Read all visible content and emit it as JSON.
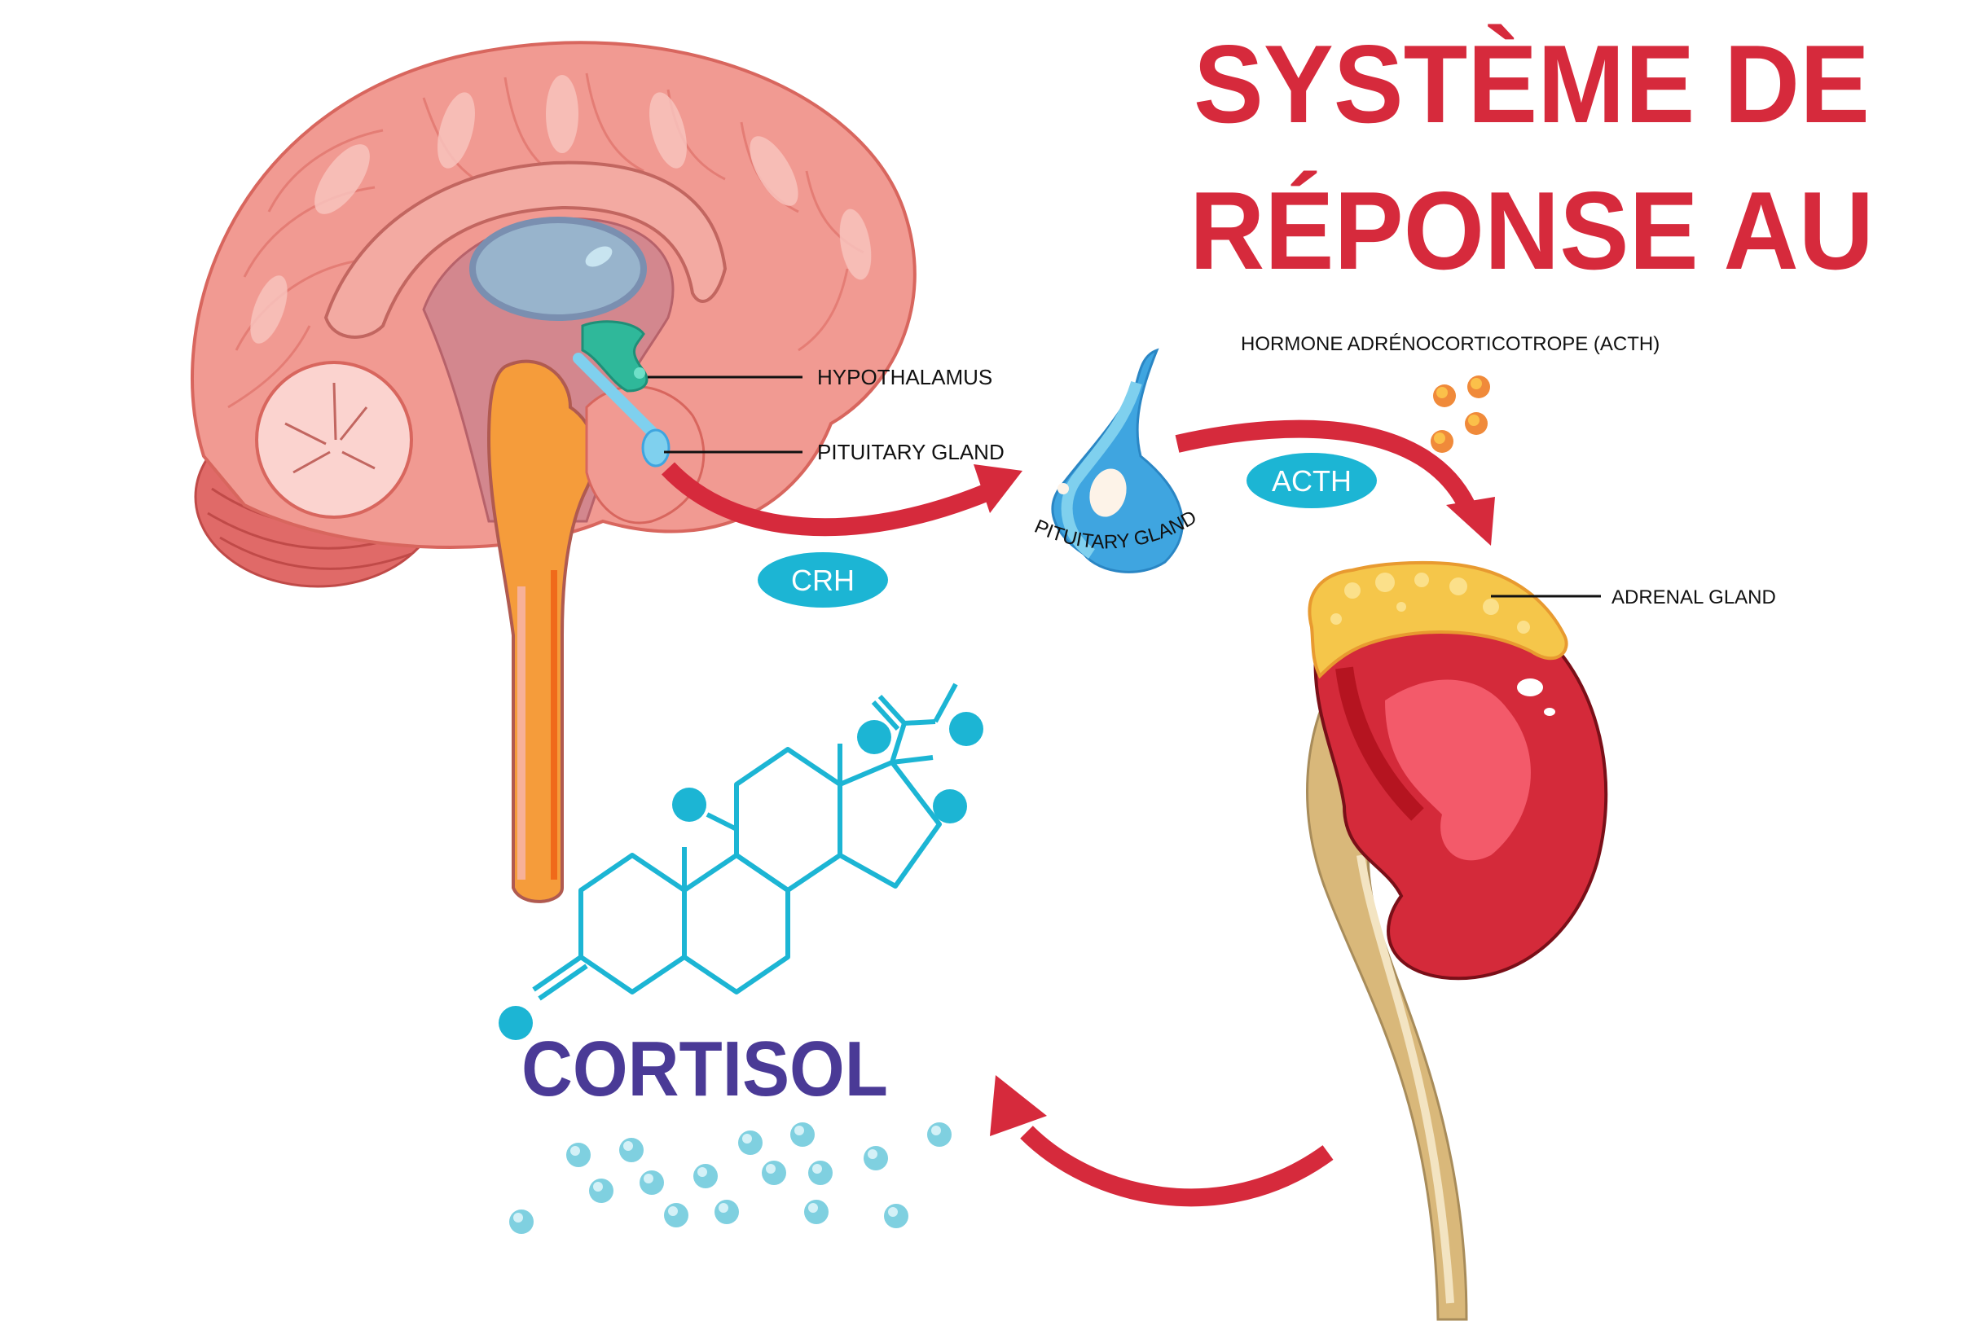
{
  "title": {
    "line1": "SYSTÈME DE",
    "line2": "RÉPONSE AU"
  },
  "labels": {
    "hypothalamus": "HYPOTHALAMUS",
    "pituitary_gland_brain": "PITUITARY GLAND",
    "pituitary_gland_curved": "PITUITARY GLAND",
    "acth_full": "HORMONE ADRÉNOCORTICOTROPE (ACTH)",
    "adrenal_gland": "ADRENAL GLAND",
    "cortisol": "CORTISOL"
  },
  "hormones": {
    "crh": "CRH",
    "acth": "ACTH"
  },
  "colors": {
    "title": "#d62a3c",
    "arrow": "#d62a3c",
    "pill": "#1cb5d4",
    "cortisol_text": "#4a3a96",
    "molecule": "#1cb5d4",
    "brain": "#f19a92",
    "brainstem": "#f59c3b",
    "hypothalamus": "#2fb89a",
    "pituitary": "#3fa5e0",
    "adrenal": "#f5c64a",
    "kidney": "#d42a3a",
    "ureter": "#d9b87a",
    "acth_particles": "#f08a3a",
    "cortisol_particles": "#7fd0e0"
  },
  "icons": [
    "brain-illustration",
    "pituitary-gland-illustration",
    "kidney-adrenal-illustration",
    "cortisol-molecule",
    "acth-particles",
    "cortisol-particles"
  ]
}
